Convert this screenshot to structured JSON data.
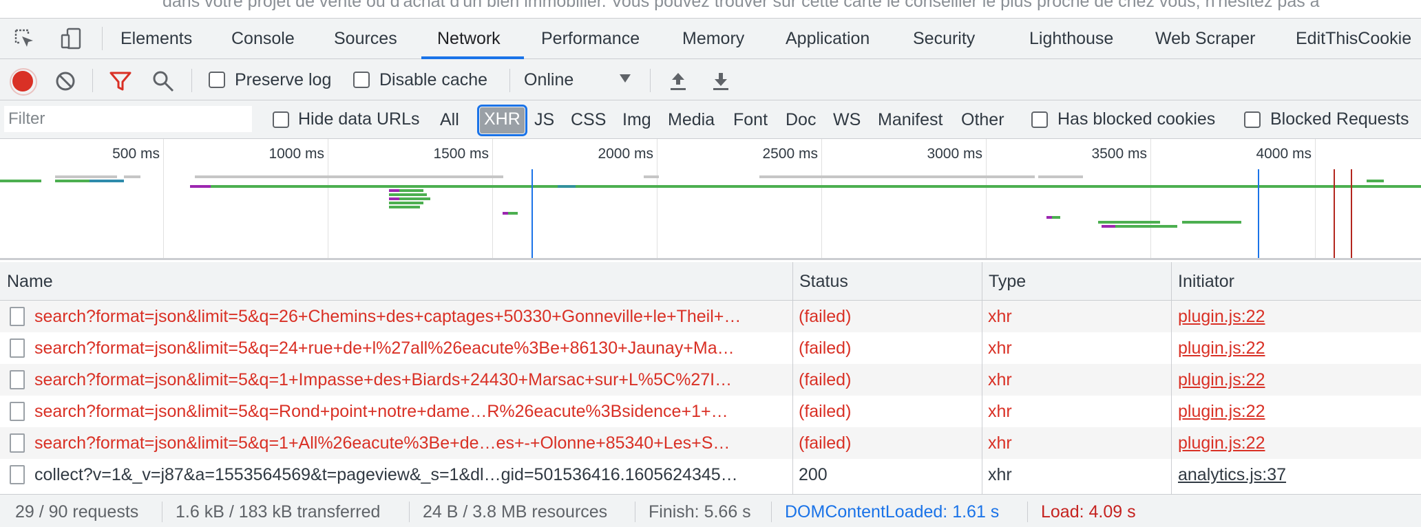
{
  "page": {
    "background_text": "dans votre projet de vente ou d'achat d'un bien immobilier. Vous pouvez trouver sur cette carte le conseiller le plus proche de chez vous, n'hésitez pas à"
  },
  "tabs": [
    {
      "label": "Elements",
      "active": false
    },
    {
      "label": "Console",
      "active": false
    },
    {
      "label": "Sources",
      "active": false
    },
    {
      "label": "Network",
      "active": true
    },
    {
      "label": "Performance",
      "active": false
    },
    {
      "label": "Memory",
      "active": false
    },
    {
      "label": "Application",
      "active": false
    },
    {
      "label": "Security",
      "active": false
    },
    {
      "label": "Lighthouse",
      "active": false
    },
    {
      "label": "Web Scraper",
      "active": false
    },
    {
      "label": "EditThisCookie",
      "active": false
    }
  ],
  "toolbar": {
    "preserve_log": "Preserve log",
    "disable_cache": "Disable cache",
    "throttling": "Online"
  },
  "filter": {
    "placeholder": "Filter",
    "hide_data_urls": "Hide data URLs",
    "types": [
      "All",
      "XHR",
      "JS",
      "CSS",
      "Img",
      "Media",
      "Font",
      "Doc",
      "WS",
      "Manifest",
      "Other"
    ],
    "active_type": "XHR",
    "has_blocked_cookies": "Has blocked cookies",
    "blocked_requests": "Blocked Requests"
  },
  "overview": {
    "ticks": [
      "500 ms",
      "1000 ms",
      "1500 ms",
      "2000 ms",
      "2500 ms",
      "3000 ms",
      "3500 ms",
      "4000 ms"
    ],
    "dom_content_loaded_color": "#1a73e8",
    "load_color": "#b3261e"
  },
  "columns": {
    "name": "Name",
    "status": "Status",
    "type": "Type",
    "initiator": "Initiator"
  },
  "rows": [
    {
      "name": "search?format=json&limit=5&q=26+Chemins+des+captages+50330+Gonneville+le+Theil+…",
      "status": "(failed)",
      "type": "xhr",
      "initiator": "plugin.js:22",
      "failed": true
    },
    {
      "name": "search?format=json&limit=5&q=24+rue+de+l%27all%26eacute%3Be+86130+Jaunay+Ma…",
      "status": "(failed)",
      "type": "xhr",
      "initiator": "plugin.js:22",
      "failed": true
    },
    {
      "name": "search?format=json&limit=5&q=1+Impasse+des+Biards+24430+Marsac+sur+L%5C%27I…",
      "status": "(failed)",
      "type": "xhr",
      "initiator": "plugin.js:22",
      "failed": true
    },
    {
      "name": "search?format=json&limit=5&q=Rond+point+notre+dame…R%26eacute%3Bsidence+1+…",
      "status": "(failed)",
      "type": "xhr",
      "initiator": "plugin.js:22",
      "failed": true
    },
    {
      "name": "search?format=json&limit=5&q=1+All%26eacute%3Be+de…es+-+Olonne+85340+Les+S…",
      "status": "(failed)",
      "type": "xhr",
      "initiator": "plugin.js:22",
      "failed": true
    },
    {
      "name": "collect?v=1&_v=j87&a=1553564569&t=pageview&_s=1&dl…gid=501536416.1605624345…",
      "status": "200",
      "type": "xhr",
      "initiator": "analytics.js:37",
      "failed": false
    }
  ],
  "statusbar": {
    "requests": "29 / 90 requests",
    "transferred": "1.6 kB / 183 kB transferred",
    "resources": "24 B / 3.8 MB resources",
    "finish": "Finish: 5.66 s",
    "dom_content_loaded": "DOMContentLoaded: 1.61 s",
    "load": "Load: 4.09 s"
  },
  "colors": {
    "accent": "#1a73e8",
    "failed": "#d93025",
    "record": "#d93025"
  }
}
